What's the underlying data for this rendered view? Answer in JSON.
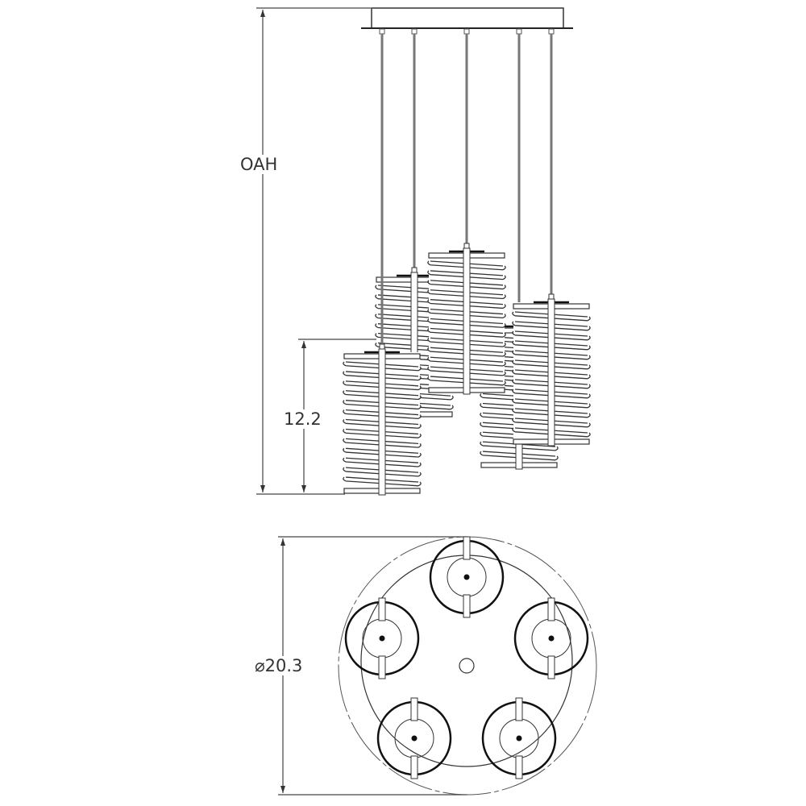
{
  "drawing": {
    "overall_height_label": "OAH",
    "pendant_drop_label": "12.2",
    "diameter_symbol": "⌀",
    "diameter_value": "20.3",
    "pendant_count": 5
  },
  "colors": {
    "line": "#333333",
    "rod": "#777777",
    "background": "#ffffff"
  }
}
